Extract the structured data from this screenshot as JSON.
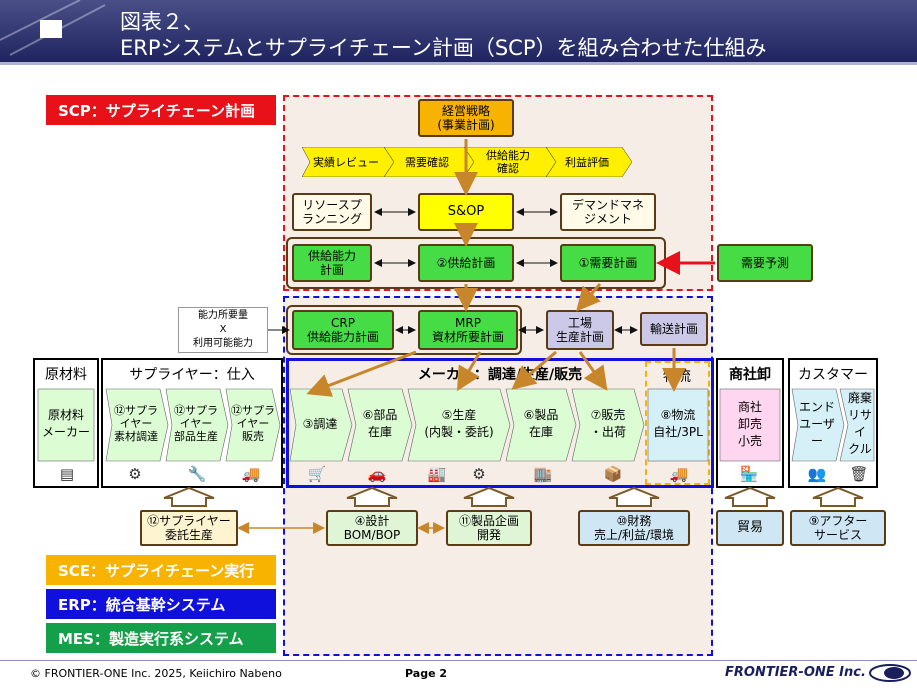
{
  "header": {
    "line1": "図表２、",
    "line2": "ERPシステムとサプライチェーン計画（SCP）を組み合わせた仕組み"
  },
  "legend": {
    "scp": "SCP：サプライチェーン計画",
    "sce": "SCE：サプライチェーン実行",
    "erp": "ERP：統合基幹システム",
    "mes": "MES：製造実行系システム"
  },
  "colors": {
    "scp": "#e8111a",
    "sce": "#f7b300",
    "erp": "#1010dd",
    "mes": "#14a04a",
    "header": "#2a2f6a",
    "plan_green": "#46dc46"
  },
  "plan": {
    "strategy": [
      "経営戦略",
      "(事業計画)"
    ],
    "steps": [
      "実績レビュー",
      "需要確認",
      "供給能力",
      "確認",
      "利益評価"
    ],
    "resource": [
      "リソースプ",
      "ランニング"
    ],
    "sop": "S&OP",
    "demand_mgmt": [
      "デマンドマネ",
      "ジメント"
    ],
    "capacity_plan": [
      "供給能力",
      "計画"
    ],
    "supply_plan": "②供給計画",
    "demand_plan": "①需要計画",
    "forecast": "需要予測"
  },
  "execution": {
    "capacity_note": [
      "能力所要量",
      "X",
      "利用可能能力"
    ],
    "crp": [
      "CRP",
      "供給能力計画"
    ],
    "mrp": [
      "MRP",
      "資材所要計画"
    ],
    "factory": [
      "工場",
      "生産計画"
    ],
    "transport": "輸送計画"
  },
  "columns": {
    "raw": "原材料",
    "supplier": "サプライヤー：仕入",
    "maker": "メーカー：調達/生産/販売",
    "logistics": "物流",
    "trade": "商社卸",
    "customer": "カスタマー"
  },
  "process": {
    "raw_maker": [
      "原材料",
      "メーカー"
    ],
    "sup1": [
      "⑫サプラ",
      "イヤー",
      "素材調達"
    ],
    "sup2": [
      "⑫サプラ",
      "イヤー",
      "部品生産"
    ],
    "sup3": [
      "⑫サプラ",
      "イヤー",
      "販売"
    ],
    "procure": "③調達",
    "parts": [
      "⑥部品",
      "在庫"
    ],
    "production": [
      "⑤生産",
      "(内製・委託)"
    ],
    "products": [
      "⑥製品",
      "在庫"
    ],
    "sales": [
      "⑦販売",
      "・出荷"
    ],
    "logistics": [
      "⑧物流",
      "自社/3PL"
    ],
    "trade": [
      "商社",
      "卸売",
      "小売"
    ],
    "end_user": [
      "エンド",
      "ユーザー"
    ],
    "recycle": [
      "廃棄",
      "リサイ",
      "クル"
    ]
  },
  "bottom": {
    "consign": [
      "⑫サプライヤー",
      "委託生産"
    ],
    "design": [
      "④設計",
      "BOM/BOP"
    ],
    "product_plan": [
      "⑪製品企画",
      "開発"
    ],
    "finance": [
      "⑩財務",
      "売上/利益/環境"
    ],
    "trade": "貿易",
    "after": [
      "⑨アフター",
      "サービス"
    ]
  },
  "footer": {
    "copyright": "© FRONTIER-ONE Inc. 2025,  Keiichiro  Nabeno",
    "page": "Page 2",
    "brand": "FRONTIER-ONE Inc."
  }
}
